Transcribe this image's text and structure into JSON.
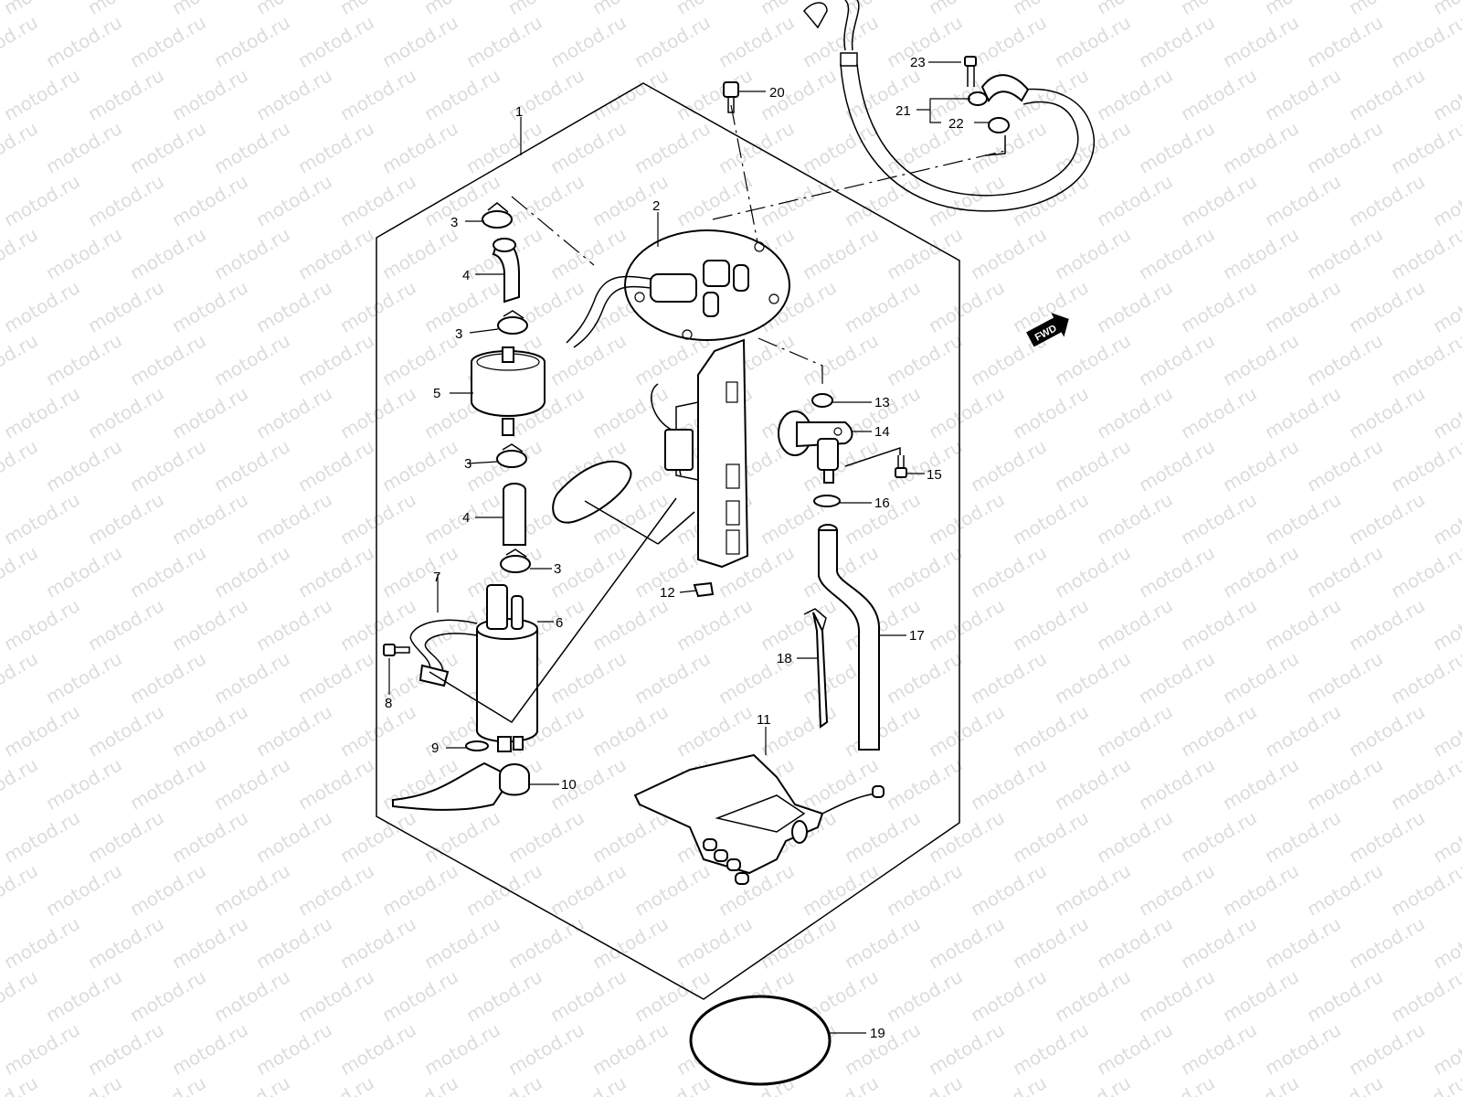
{
  "watermark": "motod.ru",
  "fwd_badge": "FWD",
  "callouts": [
    "1",
    "2",
    "3",
    "3",
    "3",
    "3",
    "4",
    "4",
    "5",
    "6",
    "7",
    "8",
    "9",
    "10",
    "11",
    "12",
    "13",
    "14",
    "15",
    "16",
    "17",
    "18",
    "19",
    "20",
    "21",
    "22",
    "23"
  ]
}
